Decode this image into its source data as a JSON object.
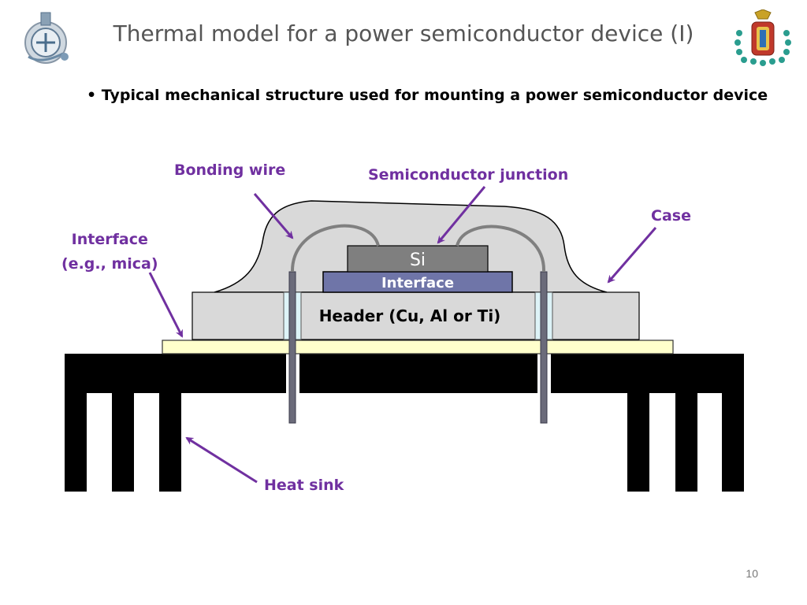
{
  "slide": {
    "title": "Thermal model for a power semiconductor device (I)",
    "bullet": "Typical mechanical structure used for mounting a power semiconductor device",
    "page_number": "10"
  },
  "diagram": {
    "labels": {
      "bonding_wire": "Bonding wire",
      "semiconductor_junction": "Semiconductor junction",
      "case": "Case",
      "interface_line1": "Interface",
      "interface_line2": "(e.g., mica)",
      "heat_sink": "Heat sink"
    },
    "parts": {
      "si": "Si",
      "interface": "Interface",
      "header": "Header (Cu, Al or Ti)"
    },
    "colors": {
      "callout": "#7030A0",
      "case_fill": "#D9D9D9",
      "si_fill": "#7F7F7F",
      "interface_fill": "#6F75A8",
      "mica_fill": "#FFFFCC",
      "heatsink_fill": "#000000",
      "insulator_fill": "#DDF3F7"
    }
  }
}
